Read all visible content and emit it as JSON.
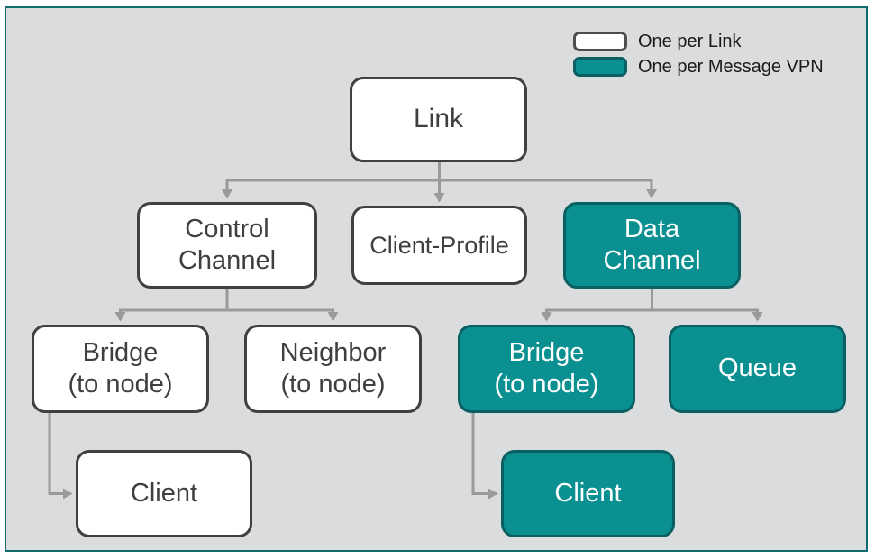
{
  "legend": {
    "items": [
      {
        "label": "One per Link",
        "swatch": "white"
      },
      {
        "label": "One per Message VPN",
        "swatch": "teal"
      }
    ]
  },
  "nodes": {
    "link": {
      "label": "Link",
      "scope": "one-per-link"
    },
    "control_channel": {
      "lines": [
        "Control",
        "Channel"
      ],
      "scope": "one-per-link"
    },
    "client_profile": {
      "label": "Client-Profile",
      "scope": "one-per-link"
    },
    "data_channel": {
      "lines": [
        "Data",
        "Channel"
      ],
      "scope": "one-per-message-vpn"
    },
    "bridge_control": {
      "lines": [
        "Bridge",
        "(to node)"
      ],
      "scope": "one-per-link"
    },
    "neighbor": {
      "lines": [
        "Neighbor",
        "(to node)"
      ],
      "scope": "one-per-link"
    },
    "bridge_data": {
      "lines": [
        "Bridge",
        "(to node)"
      ],
      "scope": "one-per-message-vpn"
    },
    "queue": {
      "label": "Queue",
      "scope": "one-per-message-vpn"
    },
    "client_control": {
      "label": "Client",
      "scope": "one-per-link"
    },
    "client_data": {
      "label": "Client",
      "scope": "one-per-message-vpn"
    }
  },
  "colors": {
    "background": "#dbdcdd",
    "page_border": "#0f6b6e",
    "teal_fill": "#0b9091",
    "teal_border": "#095f61",
    "white_node_border": "#404040",
    "connector": "#9a9a9a",
    "text_dark": "#3f3f3f",
    "text_on_teal": "#ffffff"
  }
}
